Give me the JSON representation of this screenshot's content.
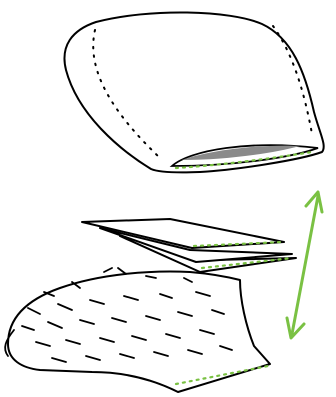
{
  "colors": {
    "outline": "#000000",
    "fill": "#ffffff",
    "stitch_green": "#7ac143",
    "arrow_green": "#7ac143",
    "pocket_shadow": "#8a8a8a"
  },
  "parts": [
    {
      "name": "cushion-cover",
      "icon": "pouch-with-opening"
    },
    {
      "name": "insert-layers",
      "icon": "folded-sheets"
    },
    {
      "name": "filling",
      "icon": "stuffing-piece"
    }
  ],
  "indicators": [
    {
      "name": "insert-arrow",
      "icon": "double-headed-arrow"
    }
  ]
}
